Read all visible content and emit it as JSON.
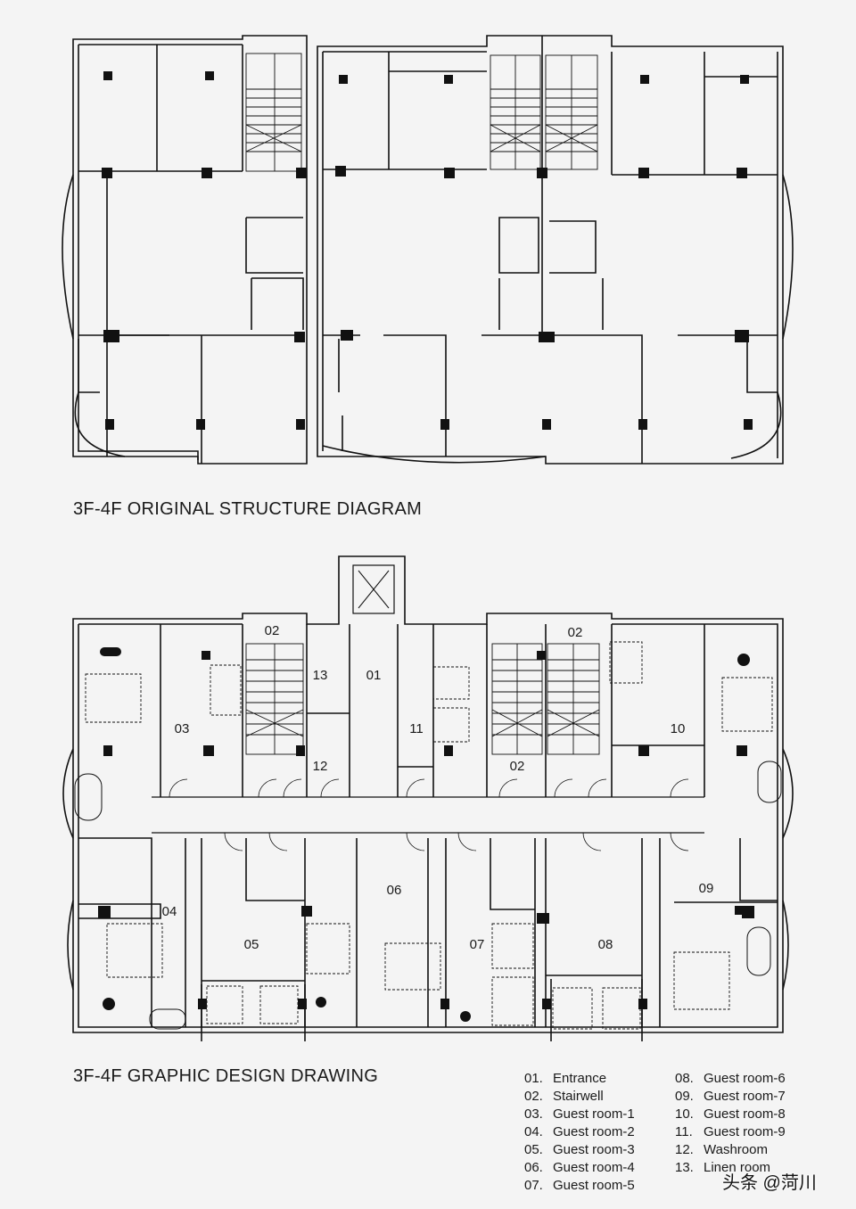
{
  "titles": {
    "original": "3F-4F  ORIGINAL STRUCTURE DIAGRAM",
    "design": "3F-4F  GRAPHIC DESIGN DRAWING"
  },
  "room_labels": {
    "entrance": "01",
    "stair_left": "02",
    "stair_right_top": "02",
    "stair_right_bottom": "02",
    "r03": "03",
    "r04": "04",
    "r05": "05",
    "r06": "06",
    "r07": "07",
    "r08": "08",
    "r09": "09",
    "r10": "10",
    "r11": "11",
    "r12": "12",
    "r13": "13"
  },
  "legend": [
    {
      "num": "01.",
      "label": "Entrance"
    },
    {
      "num": "02.",
      "label": "Stairwell"
    },
    {
      "num": "03.",
      "label": "Guest room-1"
    },
    {
      "num": "04.",
      "label": "Guest room-2"
    },
    {
      "num": "05.",
      "label": "Guest room-3"
    },
    {
      "num": "06.",
      "label": "Guest room-4"
    },
    {
      "num": "07.",
      "label": "Guest room-5"
    },
    {
      "num": "08.",
      "label": "Guest room-6"
    },
    {
      "num": "09.",
      "label": "Guest room-7"
    },
    {
      "num": "10.",
      "label": "Guest room-8"
    },
    {
      "num": "11.",
      "label": "Guest room-9"
    },
    {
      "num": "12.",
      "label": "Washroom"
    },
    {
      "num": "13.",
      "label": "Linen room"
    }
  ],
  "watermark": "头条 @菏川"
}
